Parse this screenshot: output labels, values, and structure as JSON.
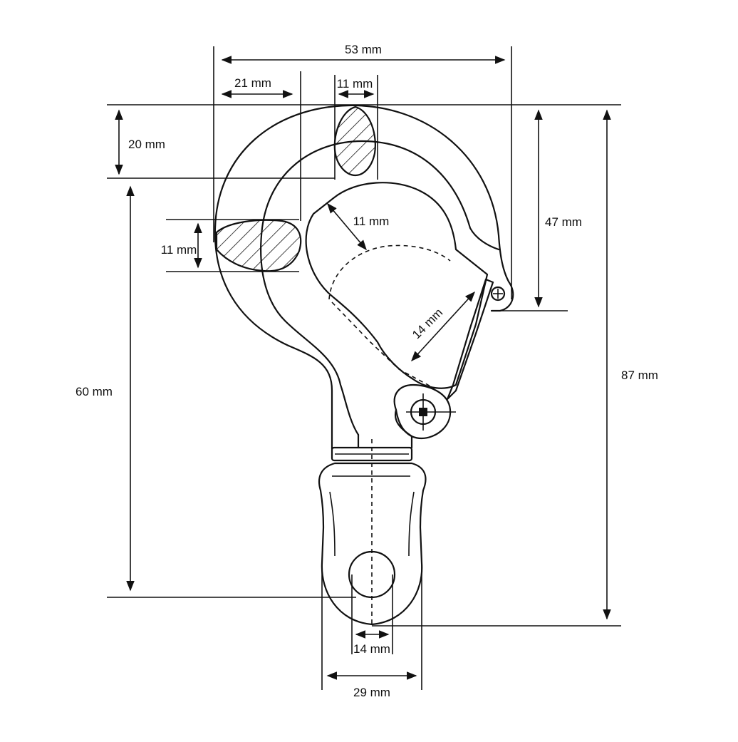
{
  "dimensions": {
    "overall_width": "53 mm",
    "nose_width": "21 mm",
    "top_section_width": "11 mm",
    "top_depth": "20 mm",
    "side_section_height": "11 mm",
    "throat_radius": "11 mm",
    "gate_opening": "14 mm",
    "gate_height": "47 mm",
    "body_length": "60 mm",
    "overall_length": "87 mm",
    "eye_inner_diameter": "14 mm",
    "eye_outer_width": "29 mm"
  },
  "colors": {
    "line": "#111111",
    "background": "#ffffff"
  }
}
